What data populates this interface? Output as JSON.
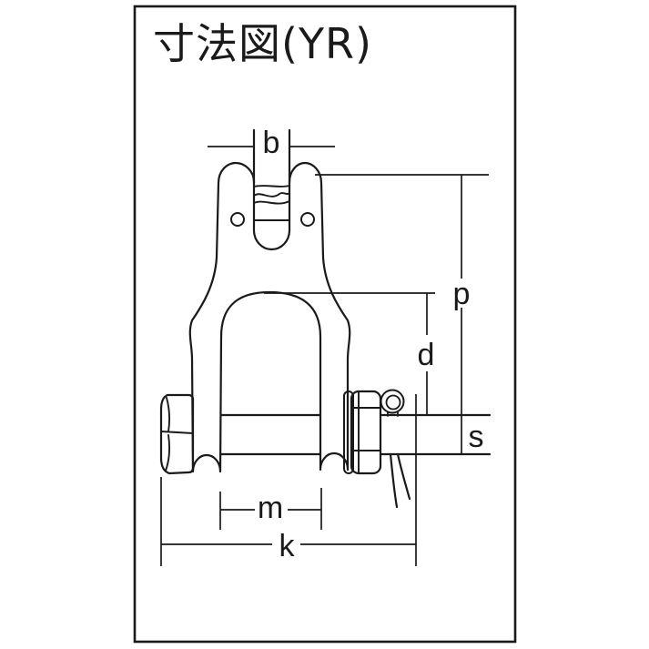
{
  "title": "寸法図(YR)",
  "figure": "clevis-shackle-dimension-drawing",
  "labels": {
    "b": "b",
    "p": "p",
    "d": "d",
    "s": "s",
    "m": "m",
    "k": "k"
  },
  "colors": {
    "ink": "#1a1a1a",
    "background": "#ffffff"
  }
}
